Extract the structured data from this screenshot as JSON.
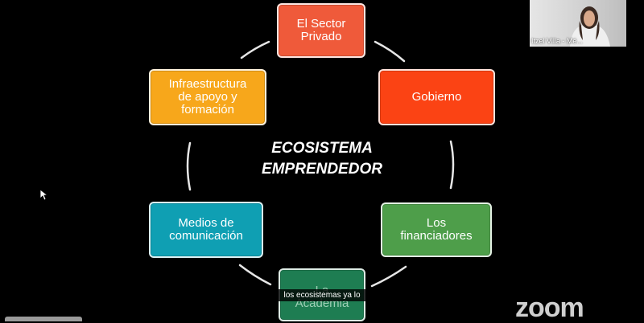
{
  "diagram": {
    "title_line1": "ECOSISTEMA",
    "title_line2": "EMPRENDEDOR",
    "nodes": [
      {
        "label": "El Sector\nPrivado",
        "color": "#ef5a3a"
      },
      {
        "label": "Gobierno",
        "color": "#fb4314"
      },
      {
        "label": "Los\nfinanciadores",
        "color": "#4e9e4a"
      },
      {
        "label": "La\nAcademia",
        "color": "#1e7d52"
      },
      {
        "label": "Medios de\ncomunicación",
        "color": "#0f9fb3"
      },
      {
        "label": "Infraestructura\nde apoyo y\nformación",
        "color": "#f7a71b"
      }
    ]
  },
  "participant": {
    "name": "Itzel Villa - Mé..."
  },
  "caption": {
    "text": "los ecosistemas ya lo"
  },
  "brand": {
    "logo": "zoom"
  }
}
